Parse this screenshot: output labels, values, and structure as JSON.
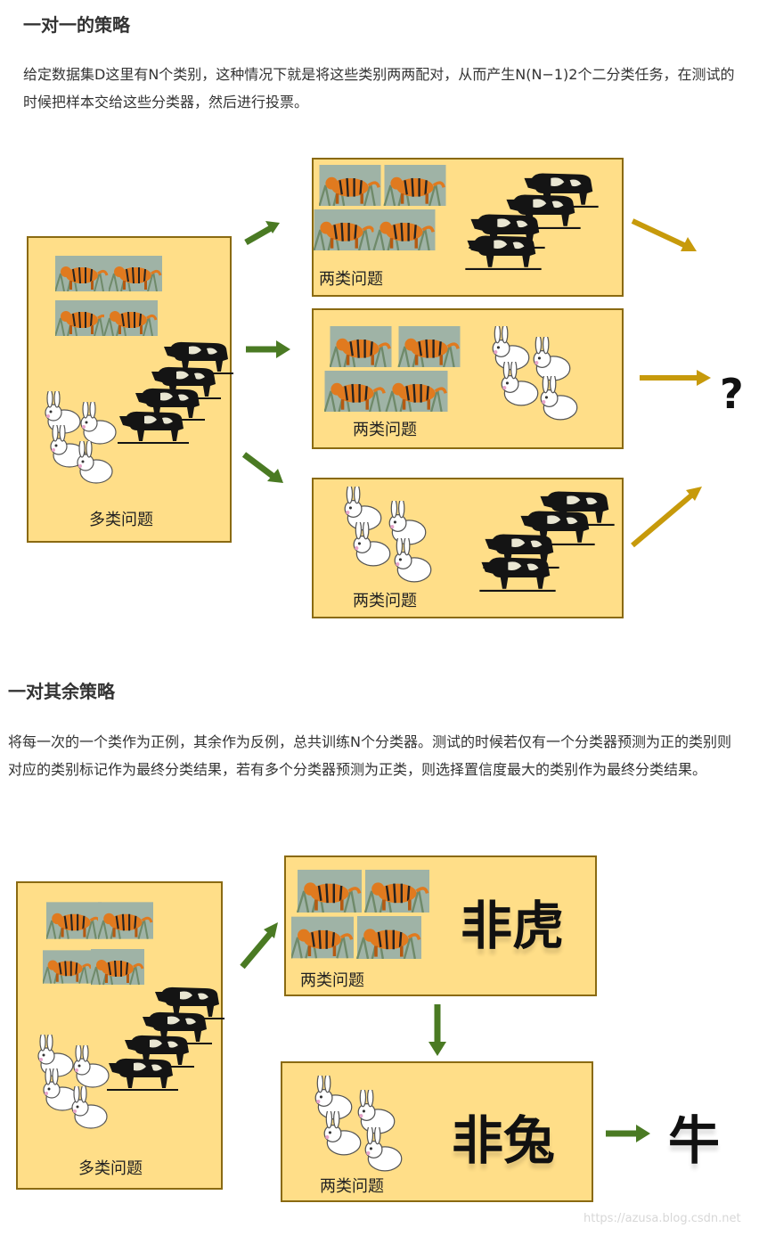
{
  "section1": {
    "title": "一对一的策略",
    "para": "给定数据集D这里有N个类别，这种情况下就是将这些类别两两配对，从而产生N(N−1)2个二分类任务，在测试的时候把样本交给这些分类器，然后进行投票。",
    "figure": {
      "multi_label": "多类问题",
      "pair_label": "两类问题",
      "question": "?"
    }
  },
  "section2": {
    "title": "一对其余策略",
    "para": "将每一次的一个类作为正例，其余作为反例，总共训练N个分类器。测试的时候若仅有一个分类器预测为正的类别则对应的类别标记作为最终分类结果，若有多个分类器预测为正类，则选择置信度最大的类别作为最终分类结果。",
    "figure": {
      "multi_label": "多类问题",
      "pair_label": "两类问题",
      "not_tiger": "非虎",
      "not_rabbit": "非兔",
      "result": "牛"
    }
  },
  "watermark": "https://azusa.blog.csdn.net",
  "colors": {
    "panel_fill": "#ffde88",
    "panel_border": "#8a6a12",
    "arrow_green": "#4a7a23",
    "arrow_gold": "#c79a0b"
  }
}
